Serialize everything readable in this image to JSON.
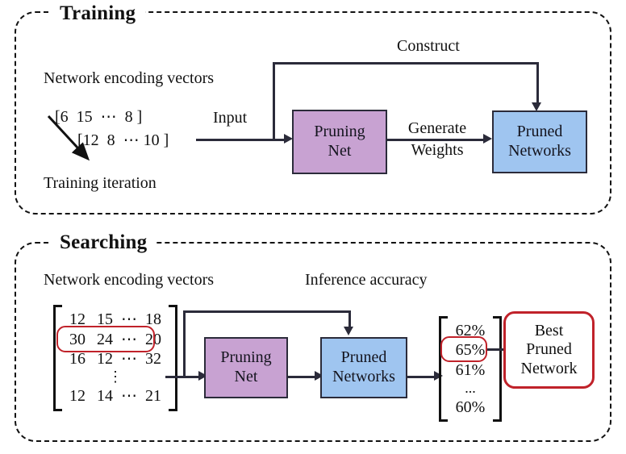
{
  "figure": {
    "colors": {
      "pruning_net_fill": "#c8a2d2",
      "pruned_networks_fill": "#9fc5f0",
      "box_stroke": "#2b2b3a",
      "highlight_red": "#c0222a",
      "panel_border": "#111111",
      "background": "#ffffff"
    }
  },
  "training": {
    "title": "Training",
    "vectors_caption": "Network encoding vectors",
    "vector_row_1": "[6  15  ⋯  8 ]",
    "vector_row_2": "[12  8  ⋯ 10 ]",
    "iteration_caption": "Training iteration",
    "input_label": "Input",
    "construct_label": "Construct",
    "generate_label_line1": "Generate",
    "generate_label_line2": "Weights",
    "pruning_net_line1": "Pruning",
    "pruning_net_line2": "Net",
    "pruned_networks_line1": "Pruned",
    "pruned_networks_line2": "Networks"
  },
  "searching": {
    "title": "Searching",
    "vectors_caption": "Network encoding vectors",
    "accuracy_caption": "Inference accuracy",
    "matrix_rows": [
      {
        "cells": [
          "12",
          "15",
          "⋯",
          "18"
        ],
        "highlighted": false
      },
      {
        "cells": [
          "30",
          "24",
          "⋯",
          "20"
        ],
        "highlighted": true
      },
      {
        "cells": [
          "16",
          "12",
          "⋯",
          "32"
        ],
        "highlighted": false
      },
      {
        "cells": [
          "⋮"
        ],
        "highlighted": false,
        "is_dots": true
      },
      {
        "cells": [
          "12",
          "14",
          "⋯",
          "21"
        ],
        "highlighted": false
      }
    ],
    "accuracy_rows": [
      {
        "value": "62%",
        "highlighted": false
      },
      {
        "value": "65%",
        "highlighted": true
      },
      {
        "value": "61%",
        "highlighted": false
      },
      {
        "value": "...",
        "highlighted": false,
        "is_dots": true
      },
      {
        "value": "60%",
        "highlighted": false
      }
    ],
    "pruning_net_line1": "Pruning",
    "pruning_net_line2": "Net",
    "pruned_networks_line1": "Pruned",
    "pruned_networks_line2": "Networks",
    "best_line1": "Best",
    "best_line2": "Pruned",
    "best_line3": "Network"
  }
}
